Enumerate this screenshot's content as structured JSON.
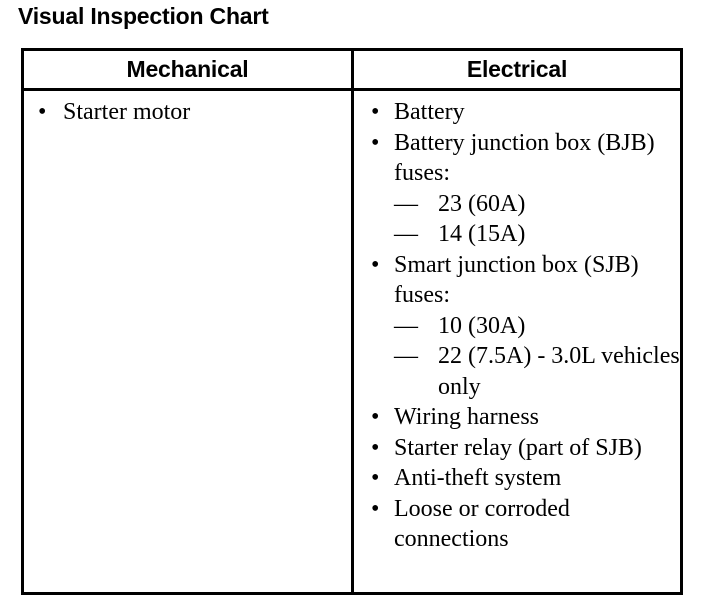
{
  "page": {
    "title": "Visual Inspection Chart",
    "background_color": "#ffffff",
    "text_color": "#000000",
    "border_color": "#000000"
  },
  "table": {
    "headers": {
      "mechanical": "Mechanical",
      "electrical": "Electrical"
    },
    "mechanical_items": [
      {
        "marker": "bullet",
        "glyph": "•",
        "text": "Starter motor"
      }
    ],
    "electrical_items": [
      {
        "marker": "bullet",
        "glyph": "•",
        "text": "Battery"
      },
      {
        "marker": "bullet",
        "glyph": "•",
        "text": "Battery junction box (BJB) fuses:"
      },
      {
        "marker": "dash",
        "glyph": "—",
        "text": "23 (60A)"
      },
      {
        "marker": "dash",
        "glyph": "—",
        "text": "14 (15A)"
      },
      {
        "marker": "bullet",
        "glyph": "•",
        "text": "Smart junction box (SJB) fuses:"
      },
      {
        "marker": "dash",
        "glyph": "—",
        "text": "10 (30A)"
      },
      {
        "marker": "dash",
        "glyph": "—",
        "text": "22 (7.5A) - 3.0L vehicles only"
      },
      {
        "marker": "bullet",
        "glyph": "•",
        "text": "Wiring harness"
      },
      {
        "marker": "bullet",
        "glyph": "•",
        "text": "Starter relay (part of SJB)"
      },
      {
        "marker": "bullet",
        "glyph": "•",
        "text": "Anti-theft system"
      },
      {
        "marker": "bullet",
        "glyph": "•",
        "text": "Loose or corroded connections"
      }
    ]
  }
}
